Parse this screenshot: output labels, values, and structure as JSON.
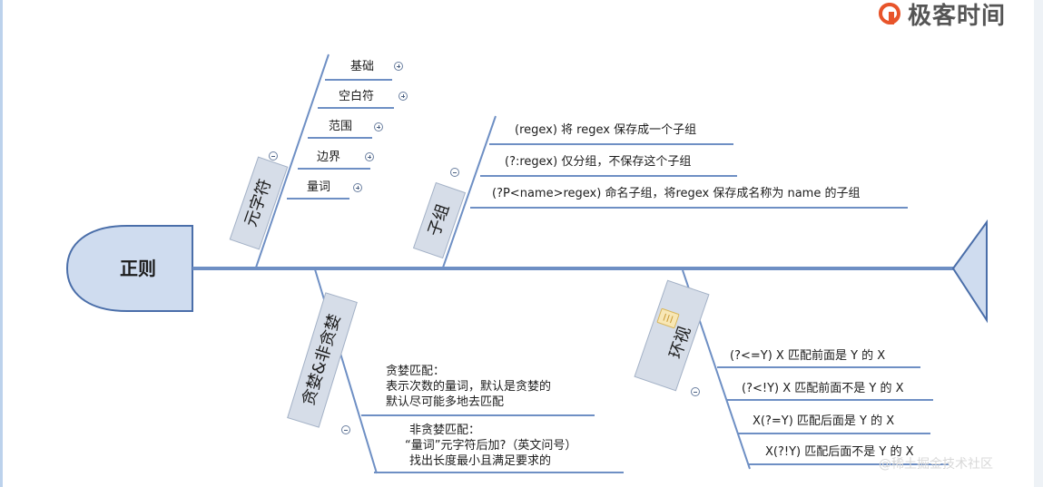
{
  "logo_text": "极客时间",
  "watermark": "@稀土掘金技术社区",
  "head_label": "正则",
  "branches": {
    "metachar": {
      "label": "元字符",
      "items": [
        "基础",
        "空白符",
        "范围",
        "边界",
        "量词"
      ]
    },
    "subgroup": {
      "label": "子组",
      "items": [
        "(regex) 将 regex 保存成一个子组",
        "(?:regex) 仅分组，不保存这个子组",
        "(?P<name>regex) 命名子组，将regex 保存成名称为 name 的子组"
      ]
    },
    "greedy": {
      "label": "贪婪&非贪婪",
      "notes": [
        {
          "lines": [
            "贪婪匹配：",
            "表示次数的量词，默认是贪婪的",
            "默认尽可能多地去匹配"
          ]
        },
        {
          "lines": [
            "非贪婪匹配：",
            "“量词”元字符后加?（英文问号）",
            "找出长度最小且满足要求的"
          ]
        }
      ]
    },
    "lookaround": {
      "label": "环视",
      "icon": "note-icon",
      "items": [
        "(?<=Y) X 匹配前面是 Y 的 X",
        "(?<!Y) X 匹配前面不是 Y 的 X",
        "X(?=Y)  匹配后面是 Y 的 X",
        "X(?!Y)  匹配后面不是 Y 的 X"
      ]
    }
  },
  "colors": {
    "line": "#6e8fc4",
    "fill": "#cfdcef",
    "stroke": "#4a6ea9",
    "pill": "#d6dde8",
    "pill_stroke": "#a3b1c6"
  }
}
